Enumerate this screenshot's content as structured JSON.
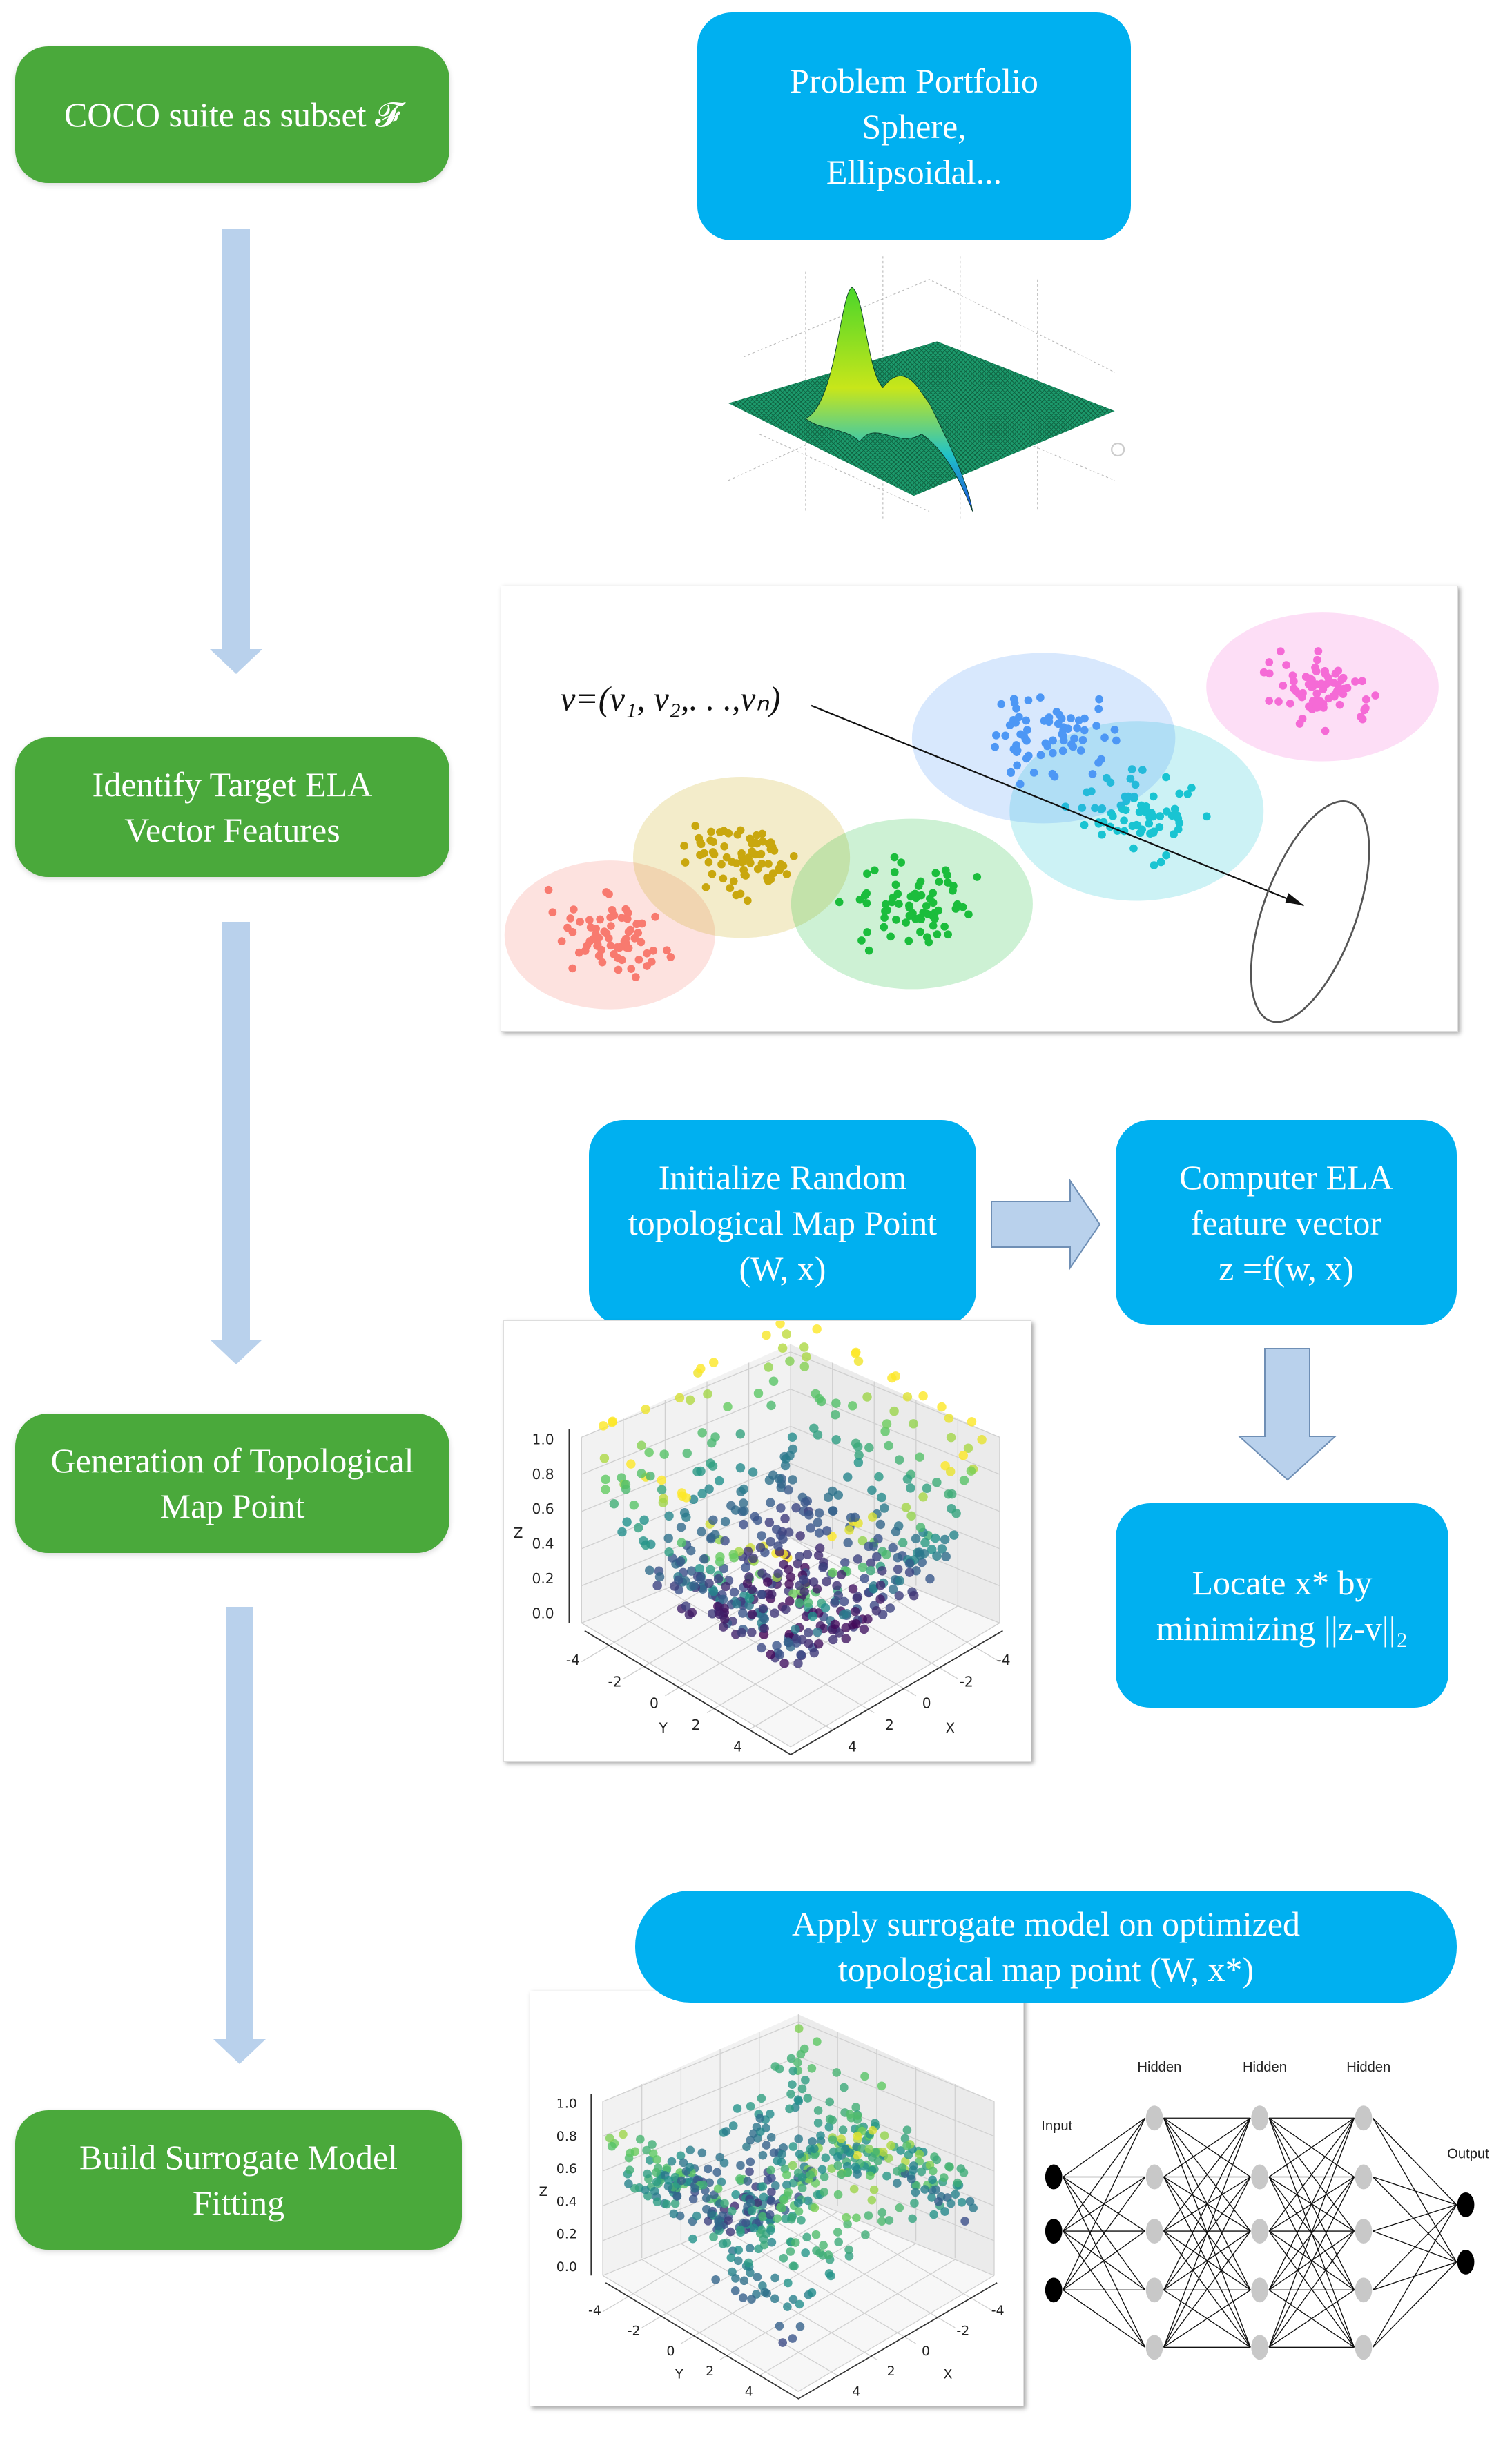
{
  "left_steps": [
    {
      "label": "COCO suite as subset 𝓕"
    },
    {
      "label": "Identify Target ELA Vector Features"
    },
    {
      "label": "Generation of Topological Map Point"
    },
    {
      "label": "Build Surrogate Model Fitting"
    }
  ],
  "portfolio": {
    "lines": [
      "Problem Portfolio",
      "Sphere,",
      "Ellipsoidal..."
    ]
  },
  "ela_vector": {
    "formula": "v=(v₁,  v₂,. . .,vₙ)"
  },
  "topo_steps": {
    "initialize": {
      "lines": [
        "Initialize Random",
        "topological Map Point",
        "(W, x)"
      ]
    },
    "compute": {
      "lines": [
        "Computer ELA",
        "feature vector",
        "z =f(w, x)"
      ]
    },
    "locate": {
      "lines": [
        "Locate x* by",
        "minimizing ||z-v||₂"
      ]
    }
  },
  "surrogate": {
    "lines": [
      "Apply surrogate model on optimized",
      "topological map point (W, x*)"
    ]
  },
  "scatter3d": {
    "z_label": "Z",
    "x_label": "X",
    "y_label": "Y",
    "z_ticks": [
      "0.0",
      "0.2",
      "0.4",
      "0.6",
      "0.8",
      "1.0"
    ],
    "x_ticks": [
      "-4",
      "-2",
      "0",
      "2",
      "4"
    ],
    "y_ticks": [
      "-4",
      "-2",
      "0",
      "2",
      "4"
    ],
    "colormap": [
      "#440154",
      "#3b528b",
      "#21918c",
      "#5ec962",
      "#fde725"
    ]
  },
  "neural_net": {
    "input_label": "Input",
    "hidden_labels": [
      "Hidden",
      "Hidden",
      "Hidden"
    ],
    "output_label": "Output",
    "layers": [
      3,
      5,
      5,
      5,
      2
    ]
  },
  "clusters": {
    "colors": [
      "#f87a6f",
      "#c9a70e",
      "#1bbd3c",
      "#19c4d2",
      "#4d97f5",
      "#f56ad6"
    ]
  },
  "colors": {
    "green_box": "#4aa93b",
    "blue_box": "#00b0f0",
    "arrow": "#b9d1ec"
  }
}
